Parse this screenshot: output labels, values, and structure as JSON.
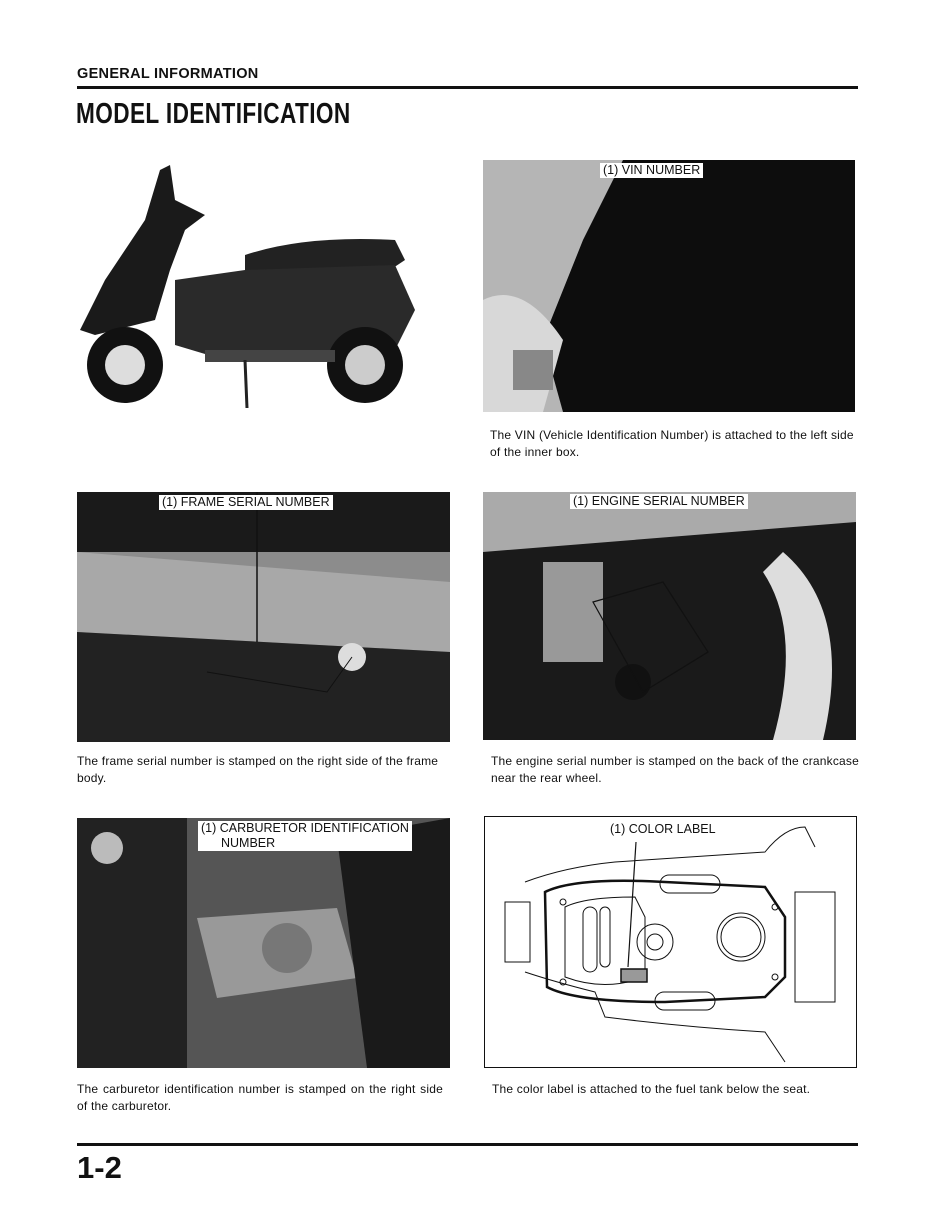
{
  "header": {
    "section": "GENERAL INFORMATION",
    "title": "MODEL IDENTIFICATION"
  },
  "figures": {
    "scooter": {},
    "vin": {
      "label": "(1) VIN NUMBER",
      "caption": "The VIN (Vehicle Identification Number) is attached to the left side of the inner box."
    },
    "frame": {
      "label": "(1) FRAME SERIAL NUMBER",
      "caption": "The frame serial number is stamped on the right side of the frame body."
    },
    "engine": {
      "label": "(1) ENGINE SERIAL NUMBER",
      "caption": "The engine serial number is stamped on the back of the crankcase near the rear wheel."
    },
    "carburetor": {
      "label_line1": "(1) CARBURETOR IDENTIFICATION",
      "label_line2": "NUMBER",
      "caption": "The carburetor identification number is stamped on the right side of the carburetor."
    },
    "color_label": {
      "label": "(1) COLOR LABEL",
      "caption": "The color label is attached to the fuel tank below the seat."
    }
  },
  "footer": {
    "page_number": "1-2"
  }
}
